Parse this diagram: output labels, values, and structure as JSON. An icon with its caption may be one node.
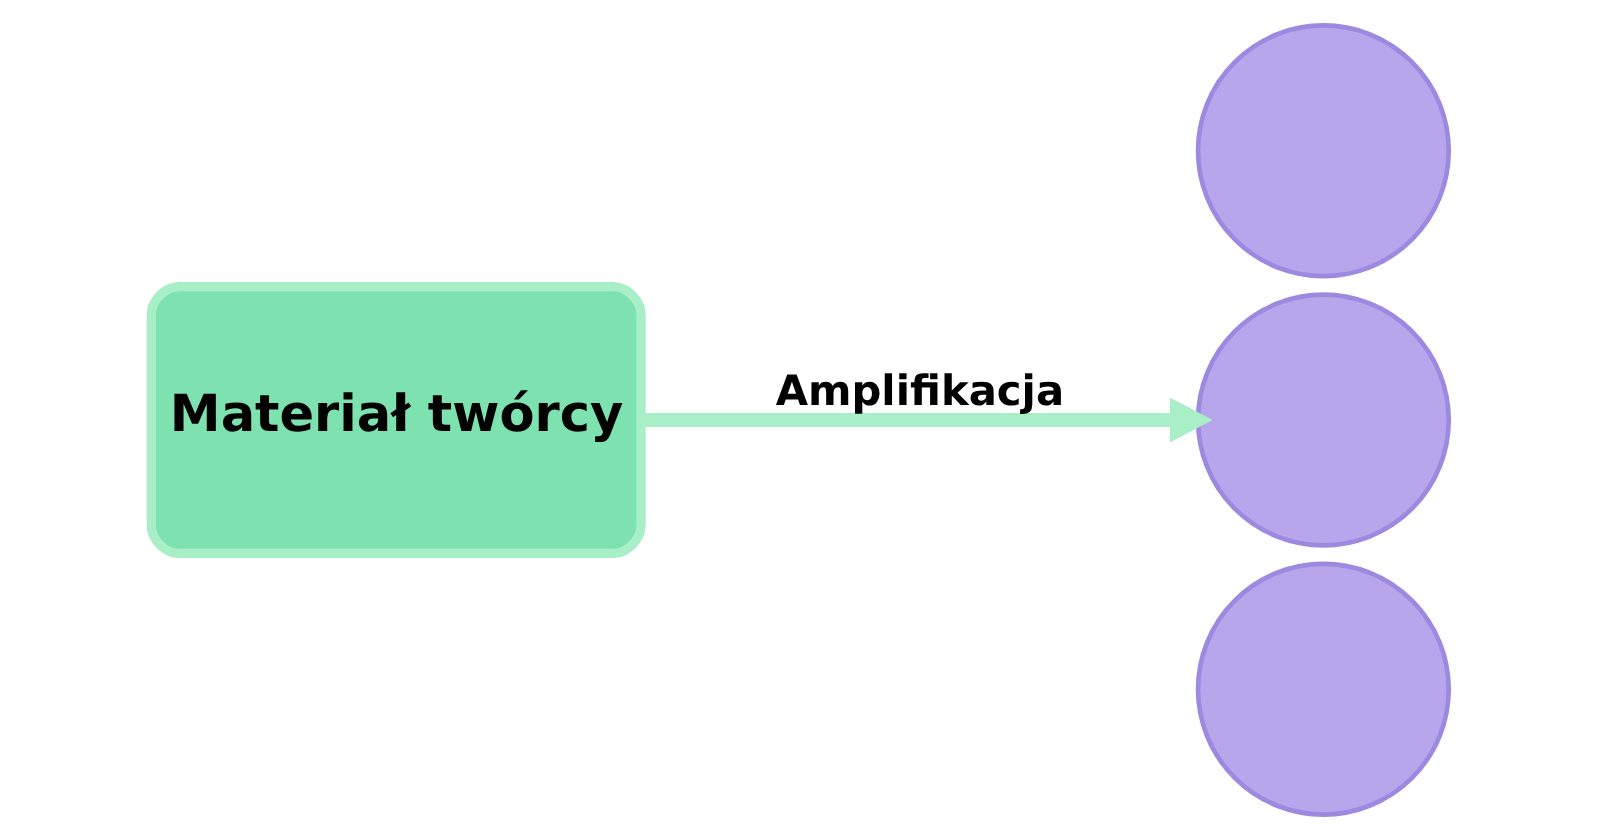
{
  "diagram": {
    "nodes": [
      {
        "text": [
          "Materiał twórcy"
        ]
      },
      {
        "text": [],
        "shape": "circle"
      },
      {
        "text": [],
        "shape": "circle"
      },
      {
        "text": [],
        "shape": "circle"
      }
    ],
    "edges": [
      {
        "from": 0,
        "to": 2,
        "arrow": "to",
        "label": "Amplifikacja"
      }
    ]
  }
}
